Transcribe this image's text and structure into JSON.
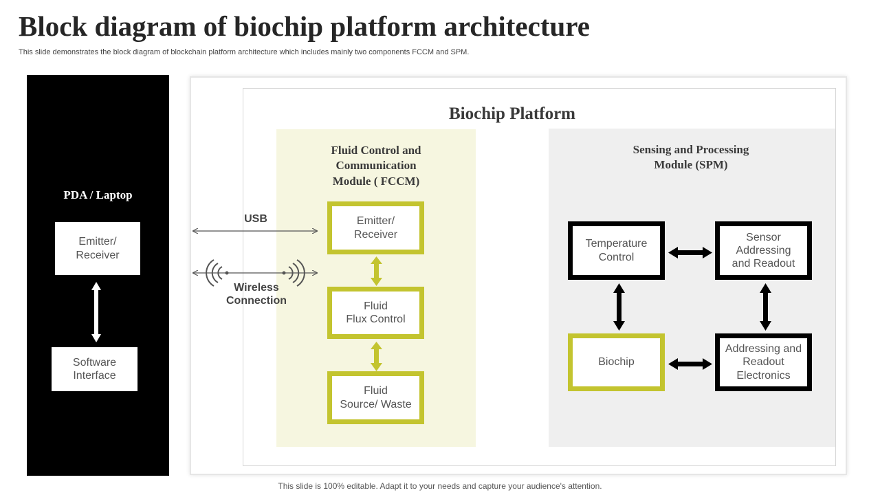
{
  "header": {
    "title": "Block diagram of biochip platform architecture",
    "subtitle": "This slide demonstrates the block diagram of blockchain platform architecture which includes mainly two components FCCM and SPM."
  },
  "pda": {
    "title": "PDA / Laptop",
    "emitter": "Emitter/\nReceiver",
    "software": "Software\nInterface"
  },
  "connections": {
    "usb": "USB",
    "wireless": "Wireless\nConnection"
  },
  "platform": {
    "title": "Biochip Platform"
  },
  "fccm": {
    "title": "Fluid Control and\nCommunication\nModule ( FCCM)",
    "emitter": "Emitter/\nReceiver",
    "flux": "Fluid\nFlux  Control",
    "source": "Fluid\nSource/ Waste"
  },
  "spm": {
    "title": "Sensing and Processing\nModule (SPM)",
    "temperature": "Temperature\nControl",
    "sensor": "Sensor\nAddressing\nand Readout",
    "biochip": "Biochip",
    "electronics": "Addressing and\nReadout\nElectronics"
  },
  "footer": {
    "text": "This slide is 100% editable. Adapt it to your needs and capture your audience's attention."
  },
  "colors": {
    "accent_green": "#c3c42f",
    "fccm_bg": "#f6f6e0",
    "spm_bg": "#efefef",
    "pda_bg": "#000000"
  }
}
